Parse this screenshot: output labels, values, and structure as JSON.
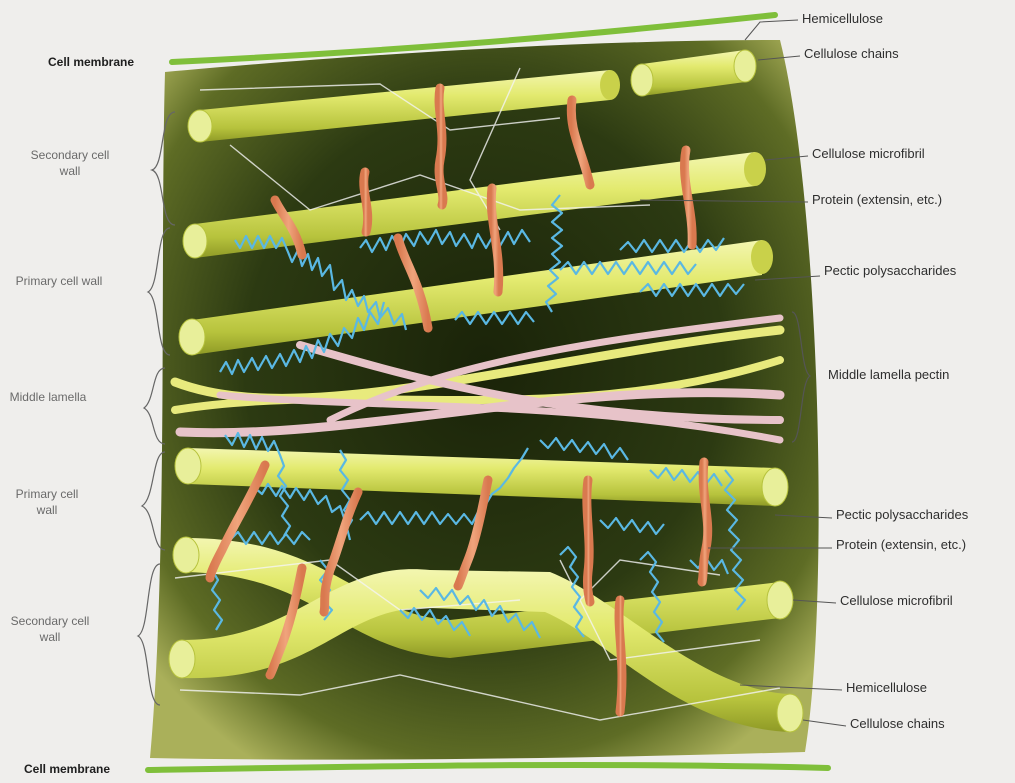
{
  "labels": {
    "top_membrane": "Cell membrane",
    "bottom_membrane": "Cell membrane",
    "left": {
      "secondary_top": "Secondary cell wall",
      "primary_top": "Primary cell wall",
      "middle": "Middle lamella",
      "primary_bottom": "Primary cell wall",
      "secondary_bottom": "Secondary cell wall"
    },
    "right": {
      "hemicellulose_top": "Hemicellulose",
      "cellulose_chains_top": "Cellulose chains",
      "microfibril_top": "Cellulose microfibril",
      "protein_top": "Protein (extensin, etc.)",
      "pectic_top": "Pectic polysaccharides",
      "middle_lamella": "Middle lamella pectin",
      "pectic_bottom": "Pectic polysaccharides",
      "protein_bottom": "Protein (extensin, etc.)",
      "microfibril_bottom": "Cellulose microfibril",
      "hemicellulose_bottom": "Hemicellulose",
      "cellulose_chains_bottom": "Cellulose chains"
    }
  },
  "colors": {
    "background": "#efeeec",
    "interior_dark": "#1f2a0d",
    "interior_light": "#7c8a33",
    "membrane": "#7fbf3a",
    "microfibril": "#dfe873",
    "microfibril_end": "#e8ef9a",
    "protein": "#e8956a",
    "pectic": "#5ab8e3",
    "lamella_pectin_a": "#e7c3c9",
    "lamella_pectin_b": "#e8ea7d",
    "hemicellulose_line": "#ffffff"
  }
}
